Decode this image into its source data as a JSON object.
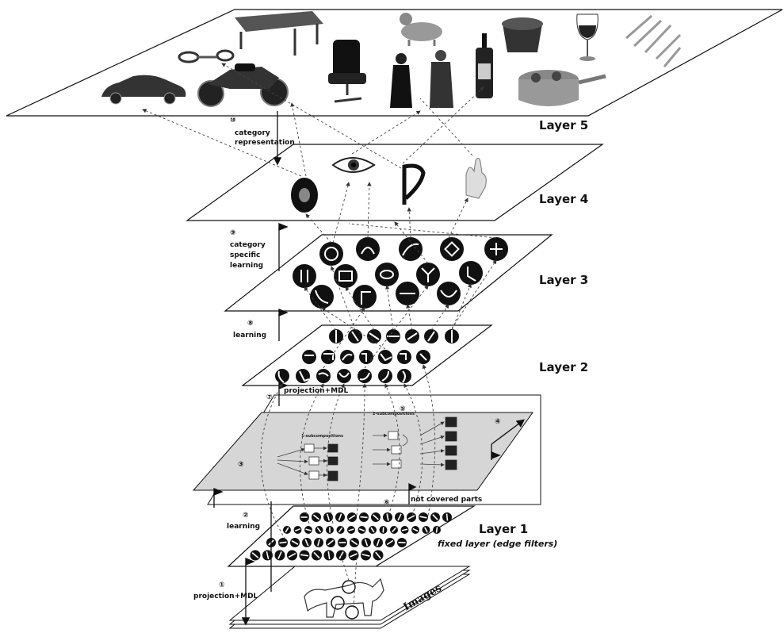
{
  "layers": {
    "layer5": "Layer 5",
    "layer4": "Layer 4",
    "layer3": "Layer 3",
    "layer2": "Layer 2",
    "layer1": "Layer 1",
    "layer1_sub": "fixed layer (edge filters)",
    "images": "Images"
  },
  "steps": {
    "s1_num": "①",
    "s1_text": "projection+MDL",
    "s2_num": "②",
    "s2_text": "learning",
    "s3_num": "③",
    "s4_num": "④",
    "s5_num": "⑤",
    "s6_num": "⑥",
    "s6_text": "not covered parts",
    "s7_num": "⑦",
    "s7_text": "projection+MDL",
    "s8_num": "⑧",
    "s8_text": "learning",
    "s9_num": "⑨",
    "s9_line1": "category",
    "s9_line2": "specific",
    "s9_line3": "learning",
    "s10_num": "⑩",
    "s10_line1": "category",
    "s10_line2": "representation"
  },
  "inset": {
    "sub1_title": "1-subcompositions",
    "sub2_title": "2-subcompositions"
  },
  "icons": {
    "layer5_objects": [
      "car-icon",
      "scissors-icon",
      "table-icon",
      "motorcycle-icon",
      "office-chair-icon",
      "dog-icon",
      "person-icon",
      "person-icon",
      "bottle-icon",
      "measuring-cup-icon",
      "wine-glass-icon",
      "saucepan-icon",
      "cutlery-icon"
    ],
    "layer4_parts": [
      "tire-icon",
      "eye-icon",
      "handle-icon",
      "hand-icon"
    ]
  }
}
